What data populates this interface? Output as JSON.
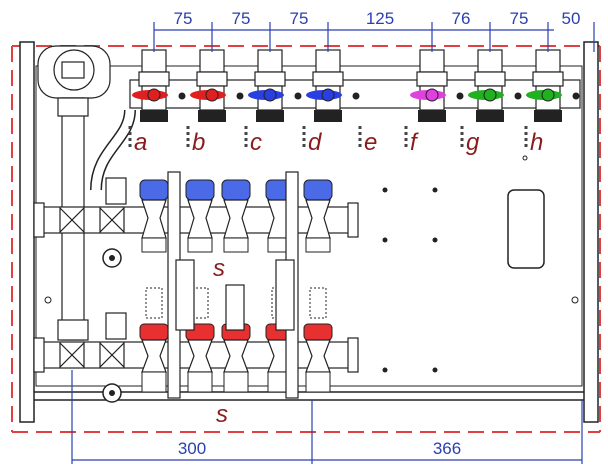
{
  "top_dimensions": [
    "75",
    "75",
    "75",
    "125",
    "76",
    "75",
    "50"
  ],
  "bottom_dimensions": [
    "300",
    "366"
  ],
  "valve_labels": [
    "a",
    "b",
    "c",
    "d",
    "e",
    "f",
    "g",
    "h"
  ],
  "manifold_label_upper": "s",
  "manifold_label_lower": "s",
  "colors": {
    "dimension": "#2b3fb0",
    "label": "#8a1c1c",
    "dashed_outline": "#e04040",
    "valve_red": "#e02020",
    "valve_blue": "#2a3fe0",
    "valve_magenta": "#e040e0",
    "valve_green": "#20b020",
    "cap_blue": "#4a6ae8",
    "cap_red": "#e83030"
  },
  "valves": [
    {
      "label": "a",
      "handle_color": "#e02020"
    },
    {
      "label": "b",
      "handle_color": "#e02020"
    },
    {
      "label": "c",
      "handle_color": "#2a3fe0"
    },
    {
      "label": "d",
      "handle_color": "#2a3fe0"
    },
    {
      "label": "f",
      "handle_color": "#e040e0"
    },
    {
      "label": "g",
      "handle_color": "#20b020"
    },
    {
      "label": "h",
      "handle_color": "#20b020"
    }
  ]
}
